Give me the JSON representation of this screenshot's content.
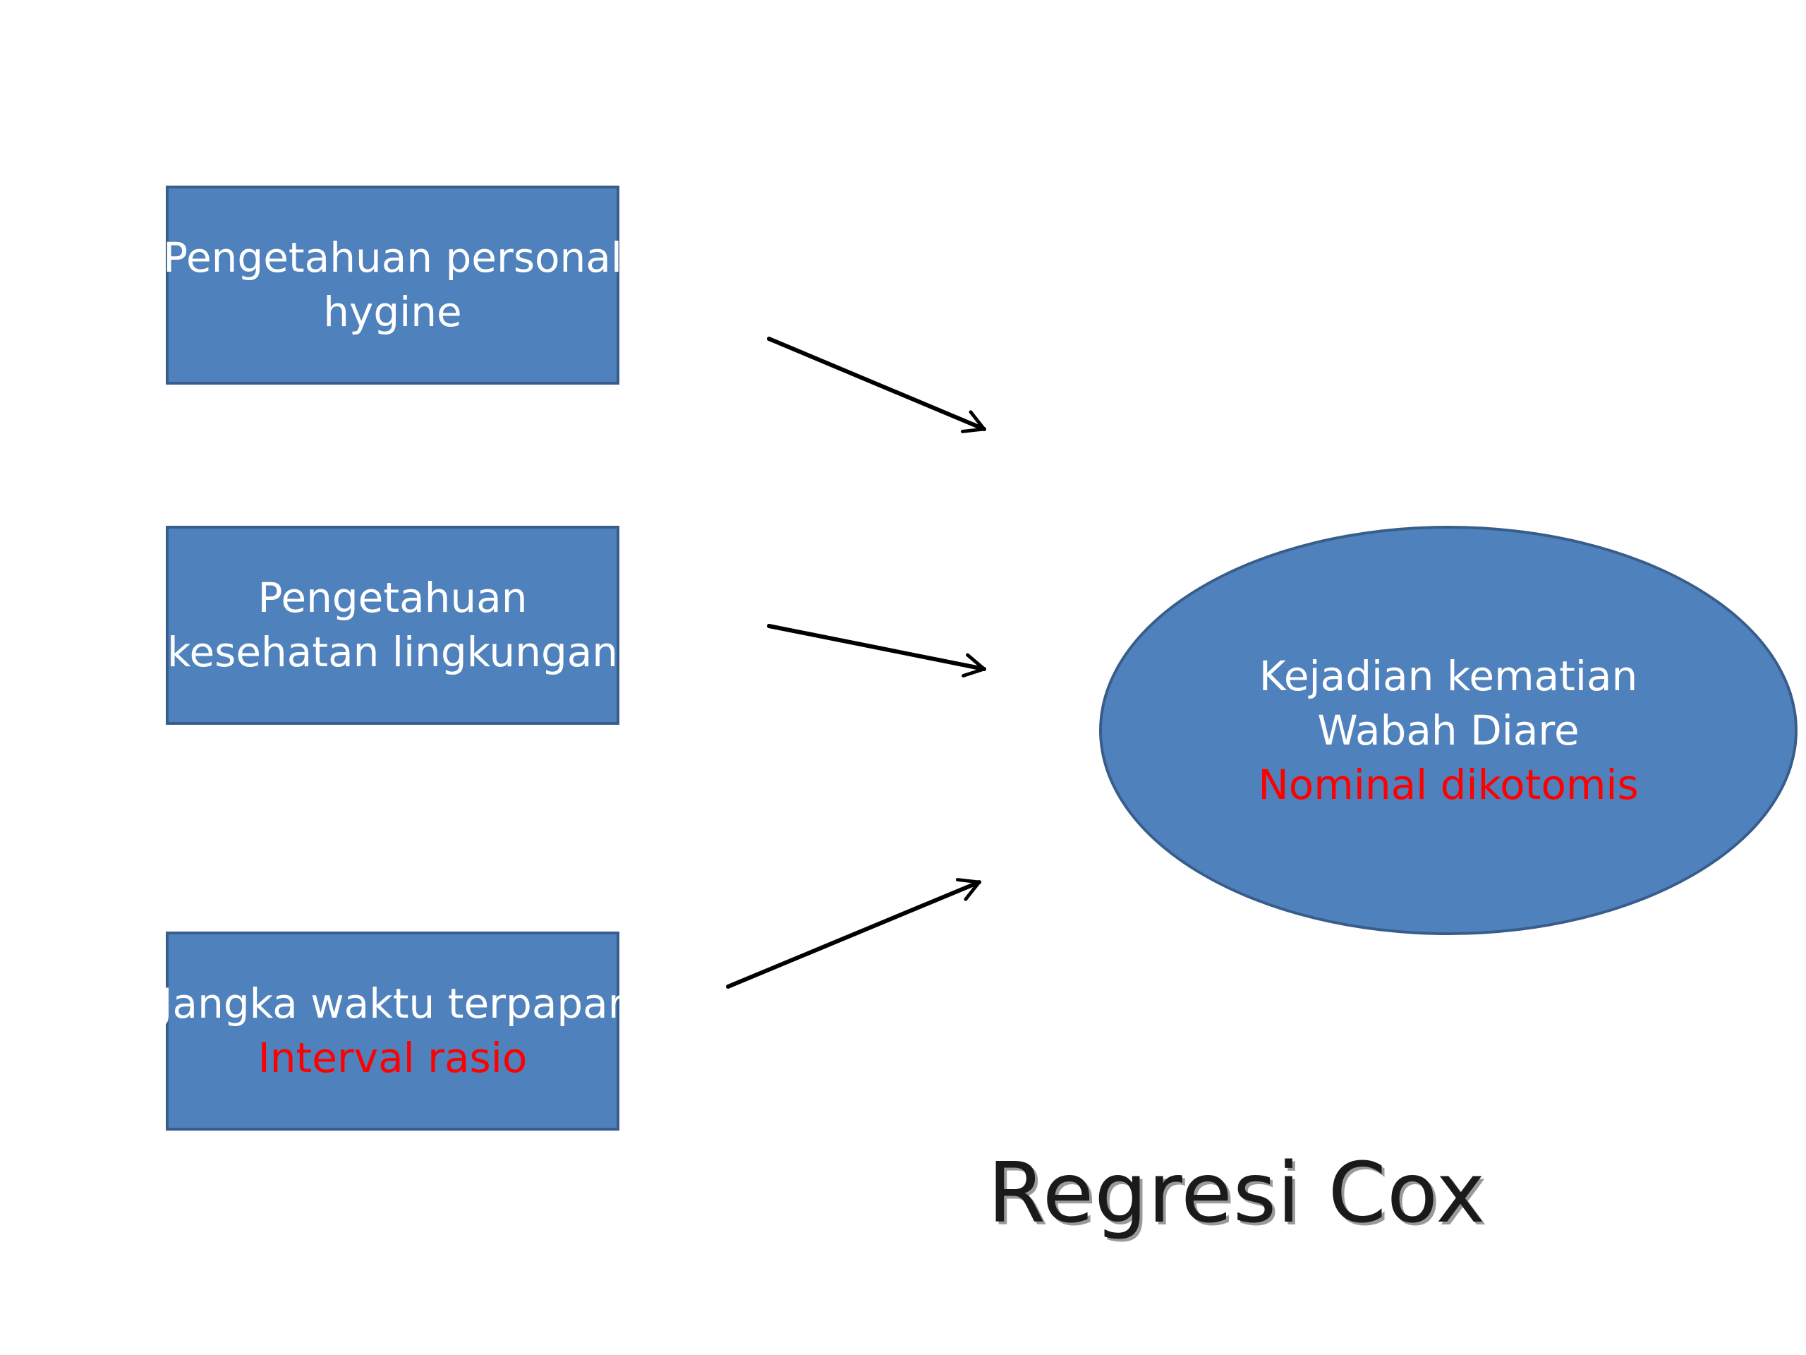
{
  "diagram": {
    "boxes": [
      {
        "lines": [
          "Pengetahuan personal",
          "hygine"
        ],
        "note": ""
      },
      {
        "lines": [
          "Pengetahuan",
          "kesehatan lingkungan"
        ],
        "note": ""
      },
      {
        "lines": [
          "Jangka waktu terpapar"
        ],
        "note": "Interval rasio"
      }
    ],
    "outcome": {
      "lines": [
        "Kejadian kematian",
        "Wabah Diare"
      ],
      "note": "Nominal dikotomis"
    },
    "caption": "Regresi Cox",
    "colors": {
      "shape_fill": "#4f81bd",
      "shape_border": "#385d8a",
      "text": "#ffffff",
      "note": "#ff0000",
      "arrow": "#000000"
    }
  }
}
